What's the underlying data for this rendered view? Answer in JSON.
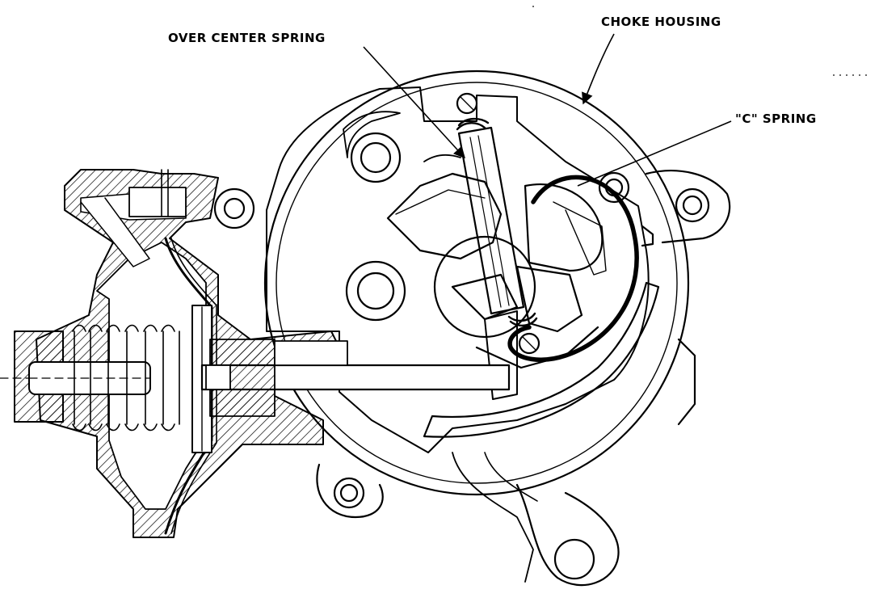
{
  "labels": {
    "over_center_spring": "OVER CENTER SPRING",
    "choke_housing": "CHOKE HOUSING",
    "c_spring": "\"C\" SPRING"
  },
  "colors": {
    "ink": "#000000",
    "paper": "#ffffff"
  }
}
